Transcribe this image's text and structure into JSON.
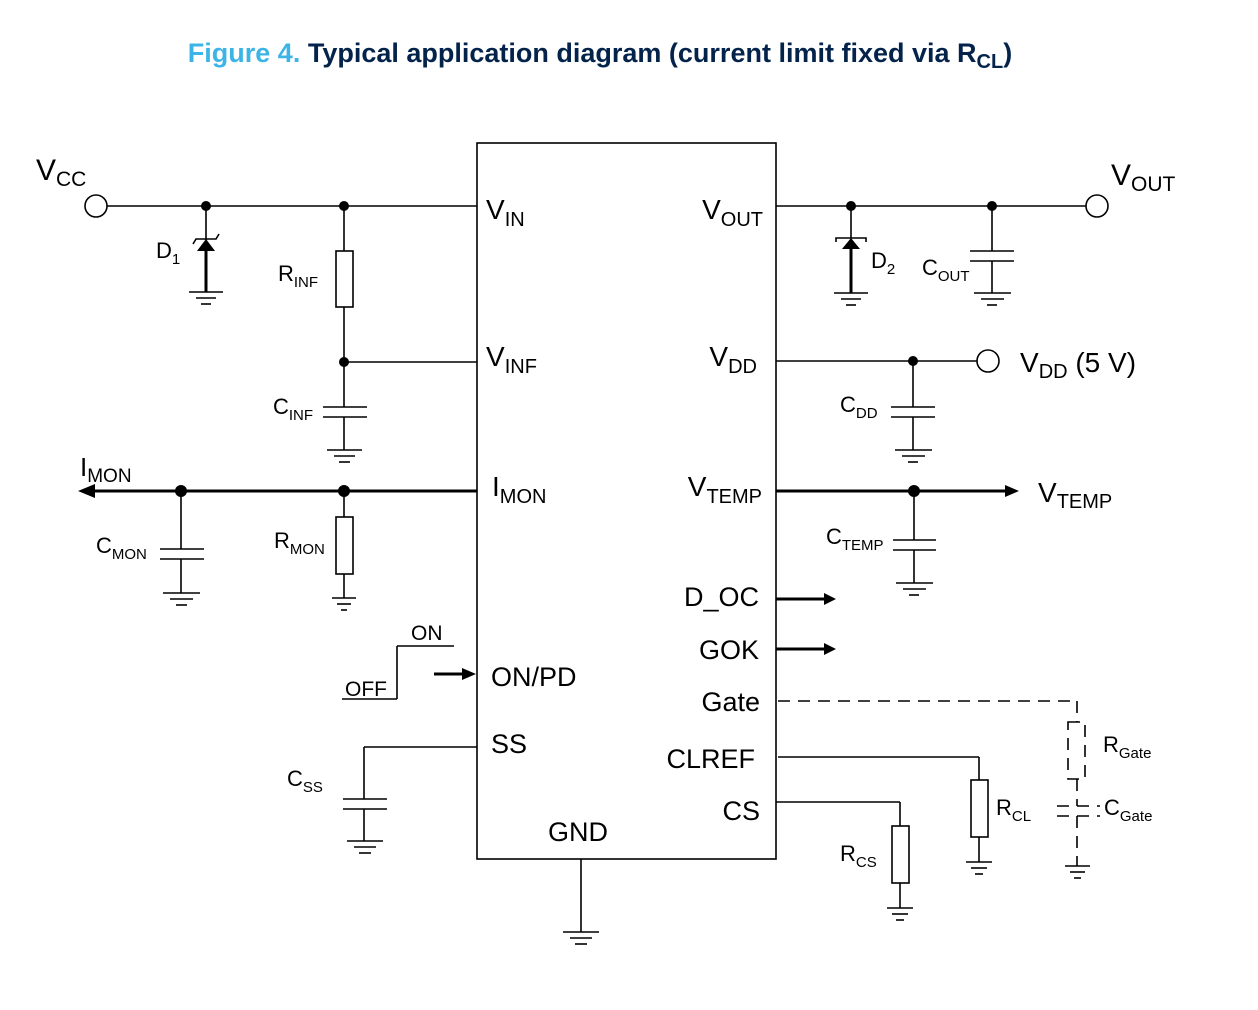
{
  "figure": {
    "number_label": "Figure 4.",
    "title_main": "Typical application diagram (current limit fixed via R",
    "title_sub": "CL",
    "title_end": ")"
  },
  "ic": {
    "left_pins": [
      {
        "main": "V",
        "sub": "IN"
      },
      {
        "main": "V",
        "sub": "INF"
      },
      {
        "main": "I",
        "sub": "MON"
      },
      {
        "main": "ON/PD",
        "sub": ""
      },
      {
        "main": "SS",
        "sub": ""
      }
    ],
    "right_pins": [
      {
        "main": "V",
        "sub": "OUT"
      },
      {
        "main": "V",
        "sub": "DD"
      },
      {
        "main": "V",
        "sub": "TEMP"
      },
      {
        "main": "D_OC",
        "sub": ""
      },
      {
        "main": "GOK",
        "sub": ""
      },
      {
        "main": "Gate",
        "sub": ""
      },
      {
        "main": "CLREF",
        "sub": ""
      },
      {
        "main": "CS",
        "sub": ""
      }
    ],
    "bottom_pin": "GND"
  },
  "terminals": {
    "vcc": {
      "main": "V",
      "sub": "CC"
    },
    "vout": {
      "main": "V",
      "sub": "OUT"
    },
    "vdd": {
      "main": "V",
      "sub": "DD",
      "suffix": " (5 V)"
    },
    "imon": {
      "main": "I",
      "sub": "MON"
    },
    "vtemp": {
      "main": "V",
      "sub": "TEMP"
    }
  },
  "components": {
    "d1": {
      "main": "D",
      "sub": "1"
    },
    "d2": {
      "main": "D",
      "sub": "2"
    },
    "rinf": {
      "main": "R",
      "sub": "INF"
    },
    "cinf": {
      "main": "C",
      "sub": "INF"
    },
    "cout": {
      "main": "C",
      "sub": "OUT"
    },
    "cdd": {
      "main": "C",
      "sub": "DD"
    },
    "cmon": {
      "main": "C",
      "sub": "MON"
    },
    "rmon": {
      "main": "R",
      "sub": "MON"
    },
    "ctemp": {
      "main": "C",
      "sub": "TEMP"
    },
    "css": {
      "main": "C",
      "sub": "SS"
    },
    "rcs": {
      "main": "R",
      "sub": "CS"
    },
    "rcl": {
      "main": "R",
      "sub": "CL"
    },
    "rgate": {
      "main": "R",
      "sub": "Gate"
    },
    "cgate": {
      "main": "C",
      "sub": "Gate"
    }
  },
  "switch": {
    "on_label": "ON",
    "off_label": "OFF"
  }
}
